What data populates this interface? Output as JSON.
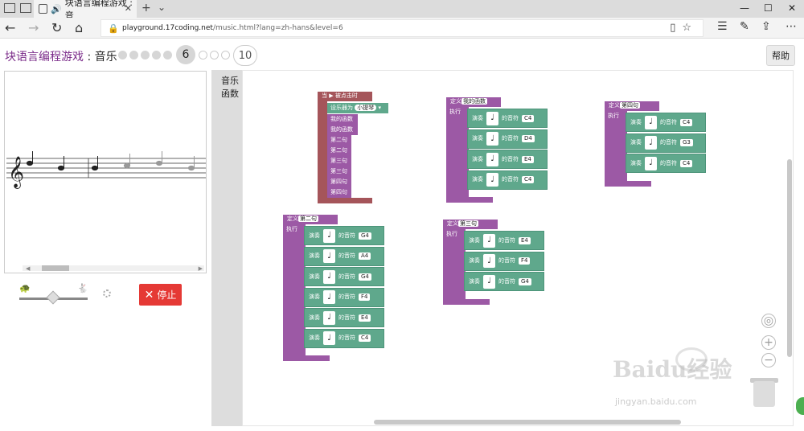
{
  "browser": {
    "tab_title": "块语言编程游戏 : 音",
    "url_domain": "playground.17coding.net",
    "url_path": "/music.html?lang=zh-hans&level=6"
  },
  "app": {
    "title": "块语言编程游戏",
    "subtitle": "音乐",
    "current_level": "6",
    "last_level": "10",
    "help_label": "帮助"
  },
  "controls": {
    "stop_label": "停止"
  },
  "toolbox": {
    "categories": [
      "音乐",
      "函数"
    ]
  },
  "workspace": {
    "event_block": {
      "header": "当",
      "header_suffix": "被点击时",
      "set_instrument_label": "设乐器为",
      "instrument": "小提琴",
      "calls": [
        "我的函数",
        "我的函数",
        "第二句",
        "第二句",
        "第三句",
        "第三句",
        "第四句",
        "第四句"
      ]
    },
    "def_labels": {
      "define": "定义",
      "execute": "执行",
      "play": "演奏",
      "of_note": "的音符"
    },
    "functions": [
      {
        "name": "我的函数",
        "notes": [
          "C4",
          "D4",
          "E4",
          "C4"
        ]
      },
      {
        "name": "第四句",
        "notes": [
          "C4",
          "G3",
          "C4"
        ]
      },
      {
        "name": "第二句",
        "notes": [
          "G4",
          "A4",
          "G4",
          "F4",
          "E4",
          "C4"
        ]
      },
      {
        "name": "第三句",
        "notes": [
          "E4",
          "F4",
          "G4"
        ]
      }
    ]
  },
  "watermark": {
    "brand": "Baidu经验",
    "url": "jingyan.baidu.com"
  },
  "colors": {
    "function_purple": "#9c59a5",
    "note_teal": "#5fa88c",
    "event_red": "#a5555a",
    "stop_red": "#e53935",
    "title_purple": "#7b2c8a"
  }
}
